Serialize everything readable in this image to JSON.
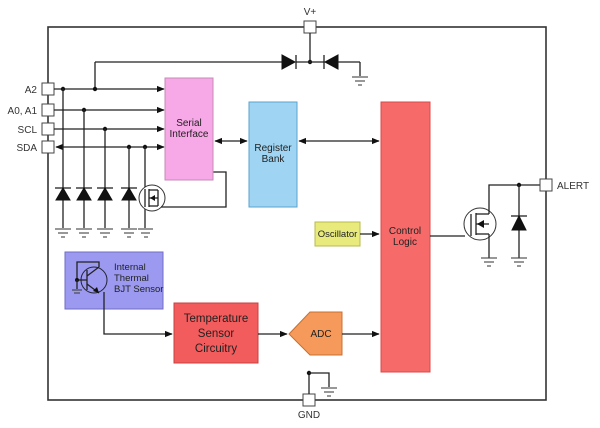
{
  "pins": {
    "vplus": "V+",
    "gnd": "GND",
    "a2": "A2",
    "a0a1": "A0, A1",
    "scl": "SCL",
    "sda": "SDA",
    "alert": "ALERT"
  },
  "blocks": {
    "serial_interface": {
      "line1": "Serial",
      "line2": "Interface",
      "color": "#f7a8e6"
    },
    "register_bank": {
      "line1": "Register",
      "line2": "Bank",
      "color": "#9fd5f3"
    },
    "control_logic": {
      "line1": "Control",
      "line2": "Logic",
      "color": "#f76a6a"
    },
    "oscillator": {
      "label": "Oscillator",
      "color": "#e8eb7c"
    },
    "thermal_sensor": {
      "line1": "Internal",
      "line2": "Thermal",
      "line3": "BJT Sensor",
      "color": "#9b9af0"
    },
    "temp_circuitry": {
      "line1": "Temperature",
      "line2": "Sensor",
      "line3": "Circuitry",
      "color": "#f25c5c"
    },
    "adc": {
      "label": "ADC",
      "color": "#f59a5a"
    }
  }
}
